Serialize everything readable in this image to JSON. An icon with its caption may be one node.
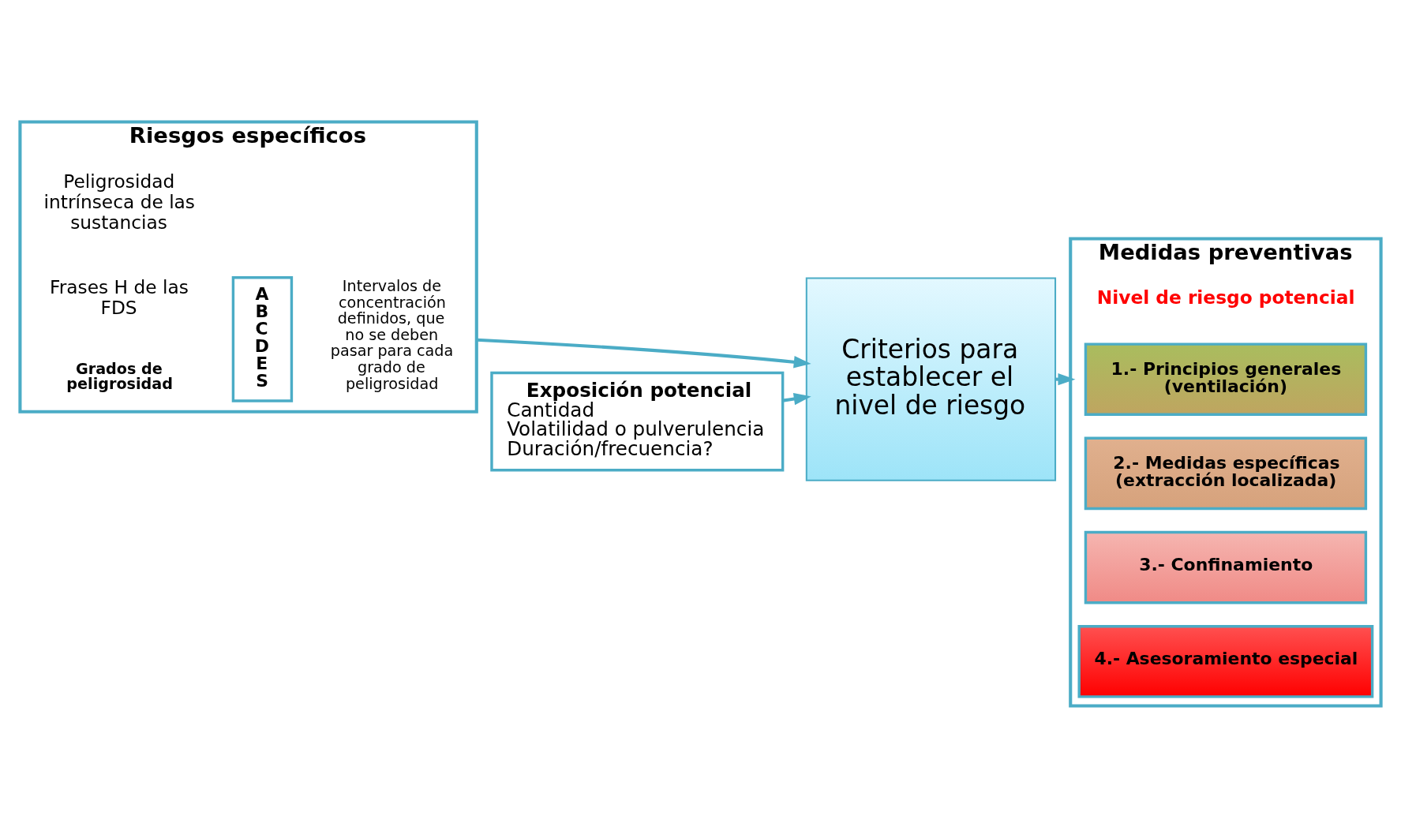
{
  "diagram": {
    "nodes": [
      {
        "text": [
          "Riesgos específicos",
          "Peligrosidad intrínseca de las sustancias",
          "Frases H de las FDS"
        ]
      },
      {
        "text": [
          "A B C D E S"
        ],
        "in": 0,
        "beside": [
          "Grados de peligrosidad",
          "Intervalos de concentración definidos, que no se deben pasar para cada grado de peligrosidad"
        ]
      },
      {
        "text": [
          "Exposición potencial",
          "Cantidad",
          "Volatilidad o pulverulencia",
          "Duración/frecuencia?"
        ]
      },
      {
        "text": [
          "Criterios para establecer el nivel de riesgo"
        ]
      },
      {
        "text": [
          "Medidas preventivas",
          "Nivel de riesgo potencial"
        ]
      },
      {
        "text": [
          "1.- Principios generales (ventilación)"
        ],
        "in": 4
      },
      {
        "text": [
          "2.- Medidas específicas (extracción localizada)"
        ],
        "in": 4
      },
      {
        "text": [
          "3.- Confinamiento"
        ],
        "in": 4
      },
      {
        "text": [
          "4.- Asesoramiento especial"
        ],
        "in": 4
      }
    ],
    "edges": [
      {
        "from": 0,
        "to": 3,
        "arrow": "to"
      },
      {
        "from": 2,
        "to": 3,
        "arrow": "to"
      },
      {
        "from": 3,
        "to": 4,
        "arrow": "to"
      }
    ]
  }
}
